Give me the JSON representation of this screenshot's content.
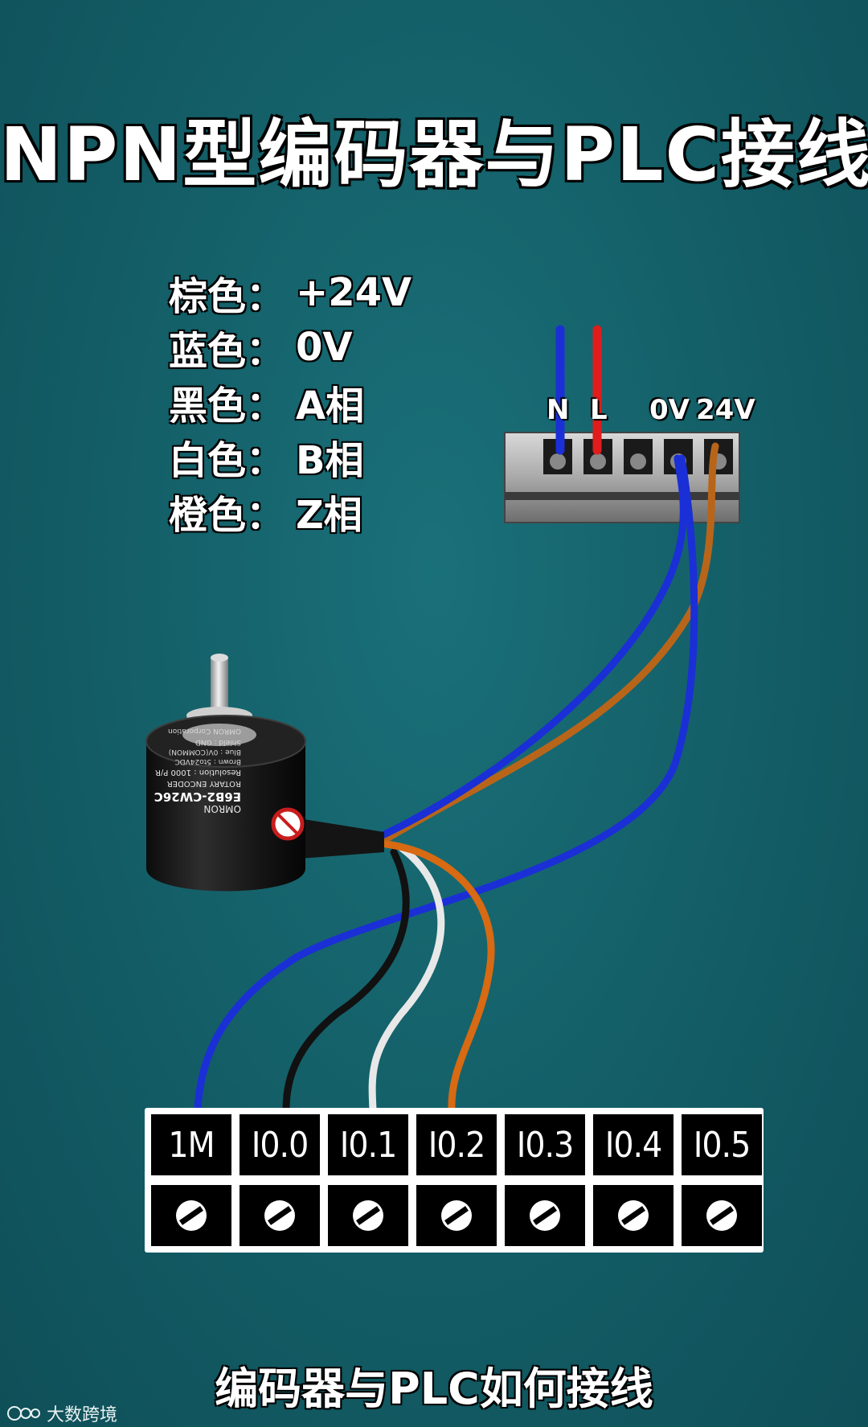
{
  "title": "NPN型编码器与PLC接线",
  "legend": [
    {
      "key": "棕色：",
      "value": "+24V"
    },
    {
      "key": "蓝色：",
      "value": "0V"
    },
    {
      "key": "黑色：",
      "value": "A相"
    },
    {
      "key": "白色：",
      "value": "B相"
    },
    {
      "key": "橙色：",
      "value": "Z相"
    }
  ],
  "power_supply": {
    "labels": {
      "n": "N",
      "l": "L",
      "zero_v": "0V",
      "v24": "24V"
    }
  },
  "encoder": {
    "brand": "OMRON",
    "model": "E6B2-CW26C",
    "type_line": "ROTARY ENCODER",
    "resolution": "Resolution : 1000 P/R",
    "wires": [
      "Brown : 5to24VDC",
      "Blue : 0V(COMMON)",
      "Shield : GND"
    ],
    "maker": "OMRON Corporation"
  },
  "plc_terminals": [
    "1M",
    "I0.0",
    "I0.1",
    "I0.2",
    "I0.3",
    "I0.4",
    "I0.5"
  ],
  "subtitle": "编码器与PLC如何接线",
  "watermark": "大数跨境",
  "colors": {
    "background": "#135d66",
    "brown": "#b8651a",
    "blue": "#1b2fd6",
    "black": "#111111",
    "white": "#e8e8e8",
    "orange": "#d76a12",
    "red": "#e01c1c"
  }
}
